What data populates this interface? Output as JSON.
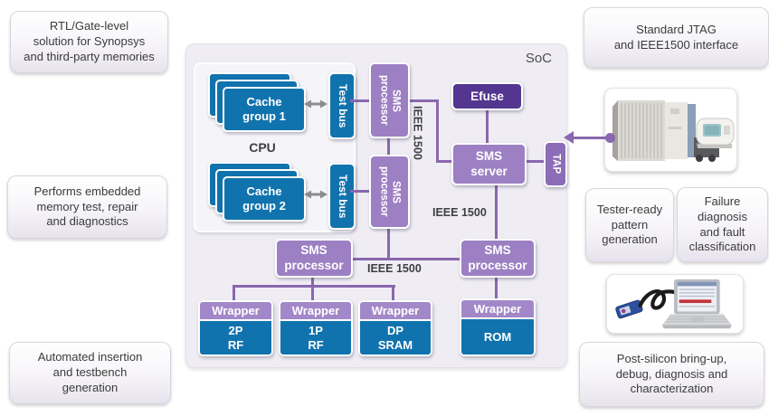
{
  "soc": {
    "label": "SoC",
    "cpu": {
      "label": "CPU",
      "cache_group_1": "Cache\ngroup 1",
      "cache_group_2": "Cache\ngroup 2",
      "test_bus": "Test bus"
    },
    "sms_processor": "SMS\nprocessor",
    "efuse": "Efuse",
    "sms_server": "SMS\nserver",
    "tap": "TAP",
    "ieee_1500": "IEEE 1500",
    "wrappers": [
      {
        "header": "Wrapper",
        "label": "2P\nRF"
      },
      {
        "header": "Wrapper",
        "label": "1P\nRF"
      },
      {
        "header": "Wrapper",
        "label": "DP\nSRAM"
      },
      {
        "header": "Wrapper",
        "label": "ROM"
      }
    ]
  },
  "callouts": {
    "rtl_solution": "RTL/Gate-level\nsolution for Synopsys\nand third-party memories",
    "embedded_test": "Performs embedded\nmemory test, repair\nand diagnostics",
    "automated_insertion": "Automated insertion\nand testbench\ngeneration",
    "jtag_interface": "Standard JTAG\nand IEEE1500 interface",
    "tester_ready": "Tester-ready\npattern\ngeneration",
    "failure_diagnosis": "Failure\ndiagnosis\nand fault\nclassification",
    "post_silicon": "Post-silicon bring-up,\ndebug, diagnosis and\ncharacterization"
  },
  "colors": {
    "box_blue": "#1173ae",
    "box_purple": "#9c80c3",
    "efuse_purple": "#523690",
    "tap_purple": "#8d6cb7",
    "wrapper_header_purple": "#a288c8",
    "connector_purple": "#8a67ae",
    "gray_arrow": "#8c8c8c"
  }
}
